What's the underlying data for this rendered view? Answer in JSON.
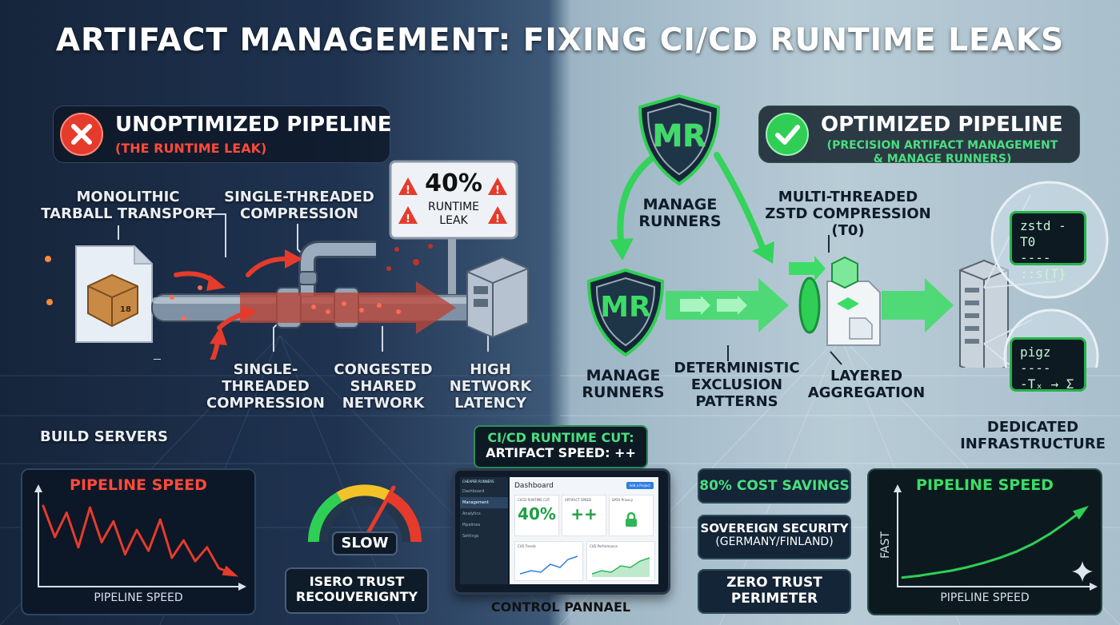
{
  "title": "ARTIFACT MANAGEMENT: FIXING CI/CD RUNTIME LEAKS",
  "left": {
    "heading": "UNOPTIMIZED PIPELINE",
    "subheading": "(THE RUNTIME LEAK)",
    "labels": {
      "monolithic": [
        "MONOLITHIC",
        "TARBALL TRANSPORT"
      ],
      "single_top": [
        "SINGLE-THREADED",
        "COMPRESSION"
      ],
      "single_bottom": [
        "SINGLE-",
        "THREADED",
        "COMPRESSION"
      ],
      "congested": [
        "CONGESTED",
        "SHARED",
        "NETWORK"
      ],
      "latency": [
        "HIGH",
        "NETWORK",
        "LATENCY"
      ],
      "build_servers": "BUILD SERVERS"
    },
    "leak_sign": {
      "percent": "40%",
      "line1": "RUNTIME",
      "line2": "LEAK"
    },
    "box_label": "18",
    "chart": {
      "title": "PIPELINE SPEED",
      "xlabel": "PIPELINE SPEED"
    },
    "gauge_label": "SLOW",
    "trust_box": [
      "ISERO TRUST",
      "RECOUVERIGNTY"
    ]
  },
  "center": {
    "banner": [
      "CI/CD RUNTIME CUT:",
      "ARTIFACT SPEED: ++"
    ],
    "dashboard": {
      "brand": "CHEAPER RUNNERS",
      "header": "Dashboard",
      "button": "Add a Project",
      "sidebar": [
        "Dashboard",
        "Management",
        "Analytics",
        "Pipelines",
        "Settings"
      ],
      "card1_label": "CI/CD RUNTIME CUT",
      "card1_value": "40%",
      "card2_label": "ARTIFACT SPEED",
      "card2_value": "++",
      "card3_label": "DATA Privacy",
      "chart1": "CI/D Trends",
      "chart2": "CI/D Performance"
    },
    "caption": "CONTROL PANNAEL"
  },
  "right": {
    "heading": "OPTIMIZED PIPELINE",
    "subheading": [
      "(PRECISION ARTIFACT MANAGEMENT",
      "& MANAGE RUNNERS)"
    ],
    "shield_text": "MR",
    "labels": {
      "manage_top": [
        "MANAGE",
        "RUNNERS"
      ],
      "multi": [
        "MULTI-THREADED",
        "ZSTD COMPRESSION",
        "(T0)"
      ],
      "manage_bottom": [
        "MANAGE",
        "RUNNERS"
      ],
      "deterministic": [
        "DETERMINISTIC",
        "EXCLUSION",
        "PATTERNS"
      ],
      "layered": [
        "LAYERED",
        "AGGREGATION"
      ],
      "dedicated": [
        "DEDICATED",
        "INFRASTRUCTURE"
      ]
    },
    "terminal1": [
      "zstd -T0",
      "----",
      "::s(T}"
    ],
    "terminal2": [
      "pigz",
      "----",
      "-Tₓ → Σ"
    ],
    "pills": {
      "cost": "80% COST SAVINGS",
      "sovereign": [
        "SOVEREIGN SECURITY",
        "(GERMANY/FINLAND)"
      ],
      "zero": [
        "ZERO TRUST",
        "PERIMETER"
      ]
    },
    "chart": {
      "title": "PIPELINE SPEED",
      "xlabel": "PIPELINE SPEED",
      "ylabel": "FAST"
    }
  },
  "colors": {
    "bad": "#e53b2c",
    "good": "#2fcf55",
    "accent_green_text": "#4ade80"
  },
  "chart_data": [
    {
      "type": "line",
      "title": "PIPELINE SPEED",
      "xlabel": "PIPELINE SPEED",
      "trend": "declining",
      "values": [
        88,
        52,
        80,
        40,
        86,
        46,
        70,
        32,
        60,
        36,
        72,
        28,
        48,
        24,
        40,
        16,
        10
      ]
    },
    {
      "type": "line",
      "title": "PIPELINE SPEED",
      "xlabel": "PIPELINE SPEED",
      "ylabel": "FAST",
      "trend": "rising",
      "values": [
        5,
        7,
        10,
        13,
        17,
        22,
        28,
        35,
        44,
        55,
        68,
        82
      ]
    }
  ]
}
